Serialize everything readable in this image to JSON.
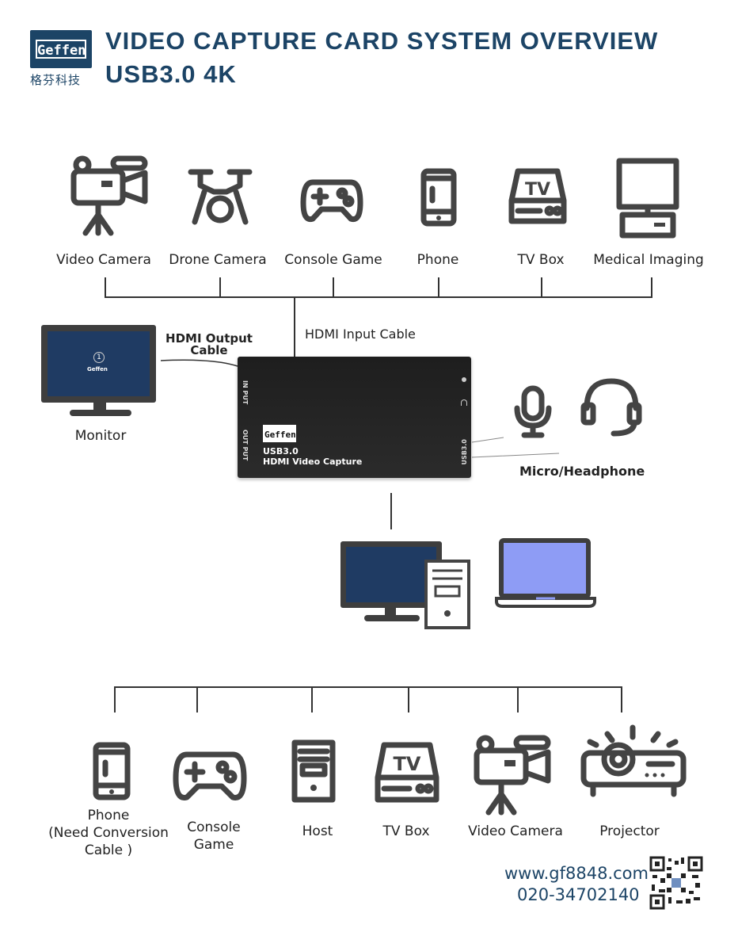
{
  "header": {
    "logo_text": "Geffen",
    "logo_cn": "格芬科技",
    "title_line1": "VIDEO CAPTURE CARD SYSTEM OVERVIEW",
    "title_line2": "USB3.0 4K"
  },
  "inputs": [
    {
      "label": "Video Camera",
      "icon": "video-camera-icon"
    },
    {
      "label": "Drone Camera",
      "icon": "drone-icon"
    },
    {
      "label": "Console Game",
      "icon": "gamepad-icon"
    },
    {
      "label": "Phone",
      "icon": "phone-icon"
    },
    {
      "label": "TV Box",
      "icon": "tv-box-icon",
      "icon_text": "TV"
    },
    {
      "label": "Medical Imaging",
      "icon": "medical-monitor-icon"
    }
  ],
  "cables": {
    "input": "HDMI Input Cable",
    "output": "HDMI Output Cable"
  },
  "monitor": {
    "label": "Monitor",
    "screen_badge": "1",
    "screen_brand": "Geffen"
  },
  "device": {
    "port_in": "IN PUT",
    "port_out": "OUT PUT",
    "port_usb": "USB3.0",
    "logo": "Geffen",
    "line1": "USB3.0",
    "line2": "HDMI Video Capture",
    "color": "#222222"
  },
  "audio": {
    "label": "Micro/Headphone"
  },
  "outputs": [
    {
      "label": "Phone\n(Need Conversion\nCable )",
      "icon": "phone-icon"
    },
    {
      "label": "Console\nGame",
      "icon": "gamepad-icon"
    },
    {
      "label": "Host",
      "icon": "pc-tower-icon"
    },
    {
      "label": "TV Box",
      "icon": "tv-box-icon",
      "icon_text": "TV"
    },
    {
      "label": "Video Camera",
      "icon": "video-camera-icon"
    },
    {
      "label": "Projector",
      "icon": "projector-icon"
    }
  ],
  "footer": {
    "website": "www.gf8848.com",
    "phone": "020-34702140"
  },
  "colors": {
    "title": "#1c4466",
    "icon": "#444444",
    "screen": "#1f3b63",
    "laptop_screen": "#8e9cf5"
  }
}
